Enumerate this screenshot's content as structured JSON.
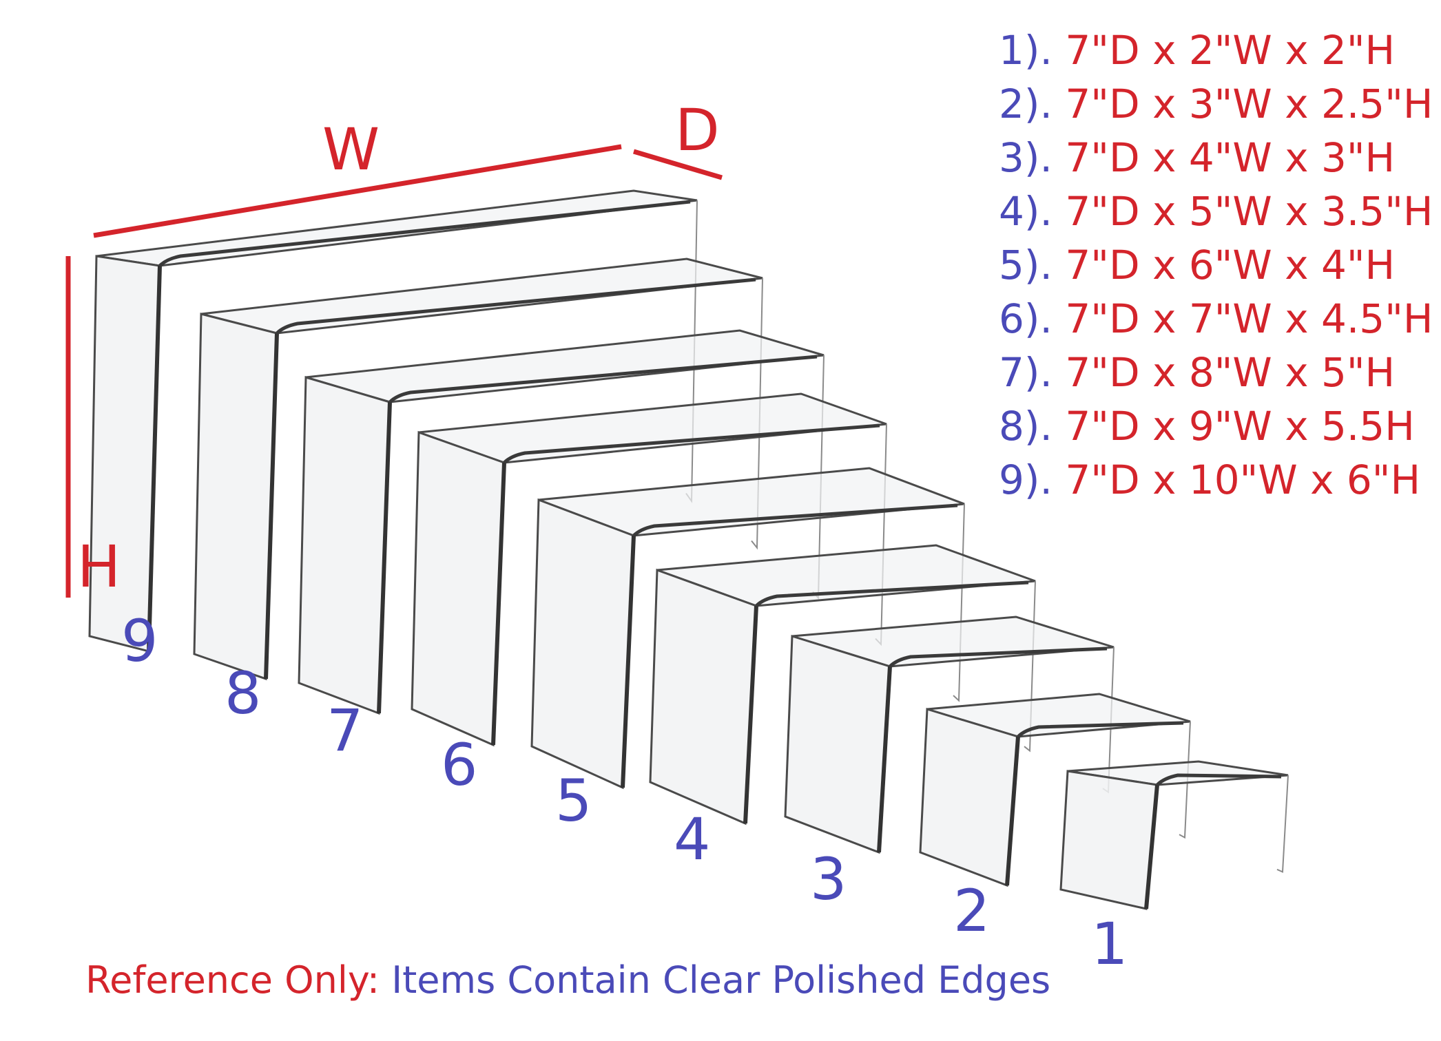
{
  "colors": {
    "accent_red": "#d4242b",
    "accent_blue": "#4a4ab8",
    "acrylic_edge": "#4a4a4a",
    "acrylic_face": "#f1f2f3"
  },
  "dimension_labels": {
    "width": "W",
    "depth": "D",
    "height": "H"
  },
  "risers": [
    {
      "number": "9"
    },
    {
      "number": "8"
    },
    {
      "number": "7"
    },
    {
      "number": "6"
    },
    {
      "number": "5"
    },
    {
      "number": "4"
    },
    {
      "number": "3"
    },
    {
      "number": "2"
    },
    {
      "number": "1"
    }
  ],
  "spec_list": [
    {
      "index": "1).",
      "text": "7\"D x 2\"W x 2\"H"
    },
    {
      "index": "2).",
      "text": "7\"D x 3\"W x 2.5\"H"
    },
    {
      "index": "3).",
      "text": "7\"D x 4\"W x 3\"H"
    },
    {
      "index": "4).",
      "text": "7\"D x 5\"W x 3.5\"H"
    },
    {
      "index": "5).",
      "text": "7\"D x 6\"W x 4\"H"
    },
    {
      "index": "6).",
      "text": "7\"D x 7\"W x 4.5\"H"
    },
    {
      "index": "7).",
      "text": "7\"D x 8\"W x 5\"H"
    },
    {
      "index": "8).",
      "text": "7\"D x 9\"W x 5.5H"
    },
    {
      "index": "9).",
      "text": "7\"D x 10\"W x 6\"H"
    }
  ],
  "footer": {
    "prefix": "Reference Only:",
    "text": " Items Contain Clear Polished Edges"
  }
}
